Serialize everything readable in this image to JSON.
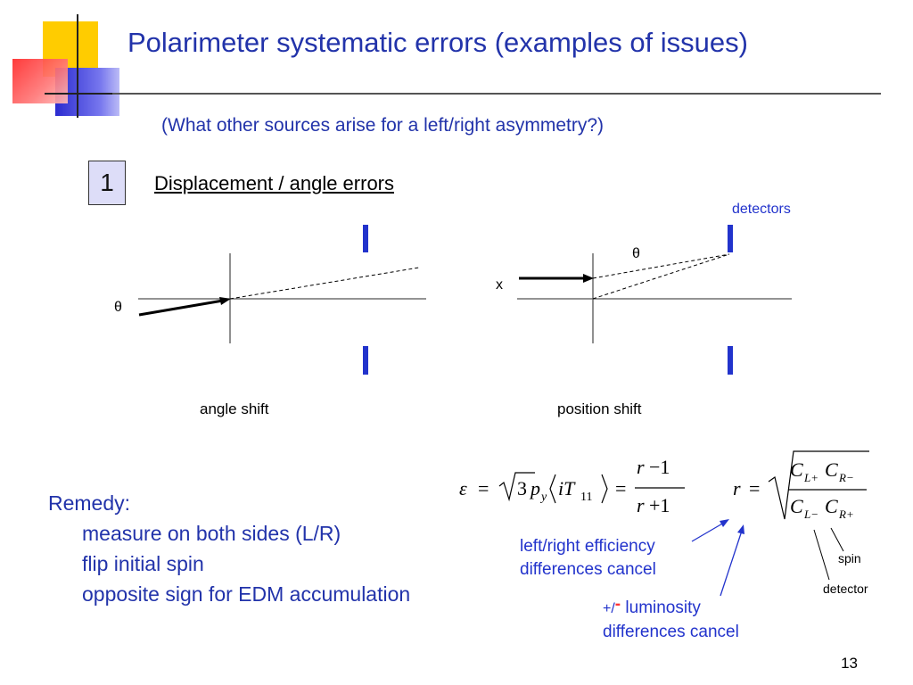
{
  "slide": {
    "title": "Polarimeter systematic errors (examples of issues)",
    "subtitle": "(What other sources arise for a left/right asymmetry?)",
    "section_number": "1",
    "section_heading": "Displacement / angle errors",
    "page_number": "13"
  },
  "diagram": {
    "theta_label_left": "θ",
    "theta_label_right": "θ",
    "x_label": "x",
    "detectors_label": "detectors",
    "caption_left": "angle shift",
    "caption_right": "position shift"
  },
  "remedy": {
    "heading": "Remedy:",
    "items": [
      "measure on both sides (L/R)",
      "flip initial spin",
      "opposite sign for EDM accumulation"
    ]
  },
  "annotations": {
    "efficiency_note_line1": "left/right efficiency",
    "efficiency_note_line2": "differences cancel",
    "luminosity_prefix": "+/",
    "luminosity_dash": "-",
    "luminosity_line1": " luminosity",
    "luminosity_line2": "differences cancel",
    "spin_label": "spin",
    "detector_label": "detector"
  },
  "colors": {
    "title_blue": "#2233aa",
    "detector_blue": "#2233cc",
    "logo_yellow": "#ffcc00",
    "logo_red": "#ff3333",
    "logo_blue": "#3333cc"
  }
}
